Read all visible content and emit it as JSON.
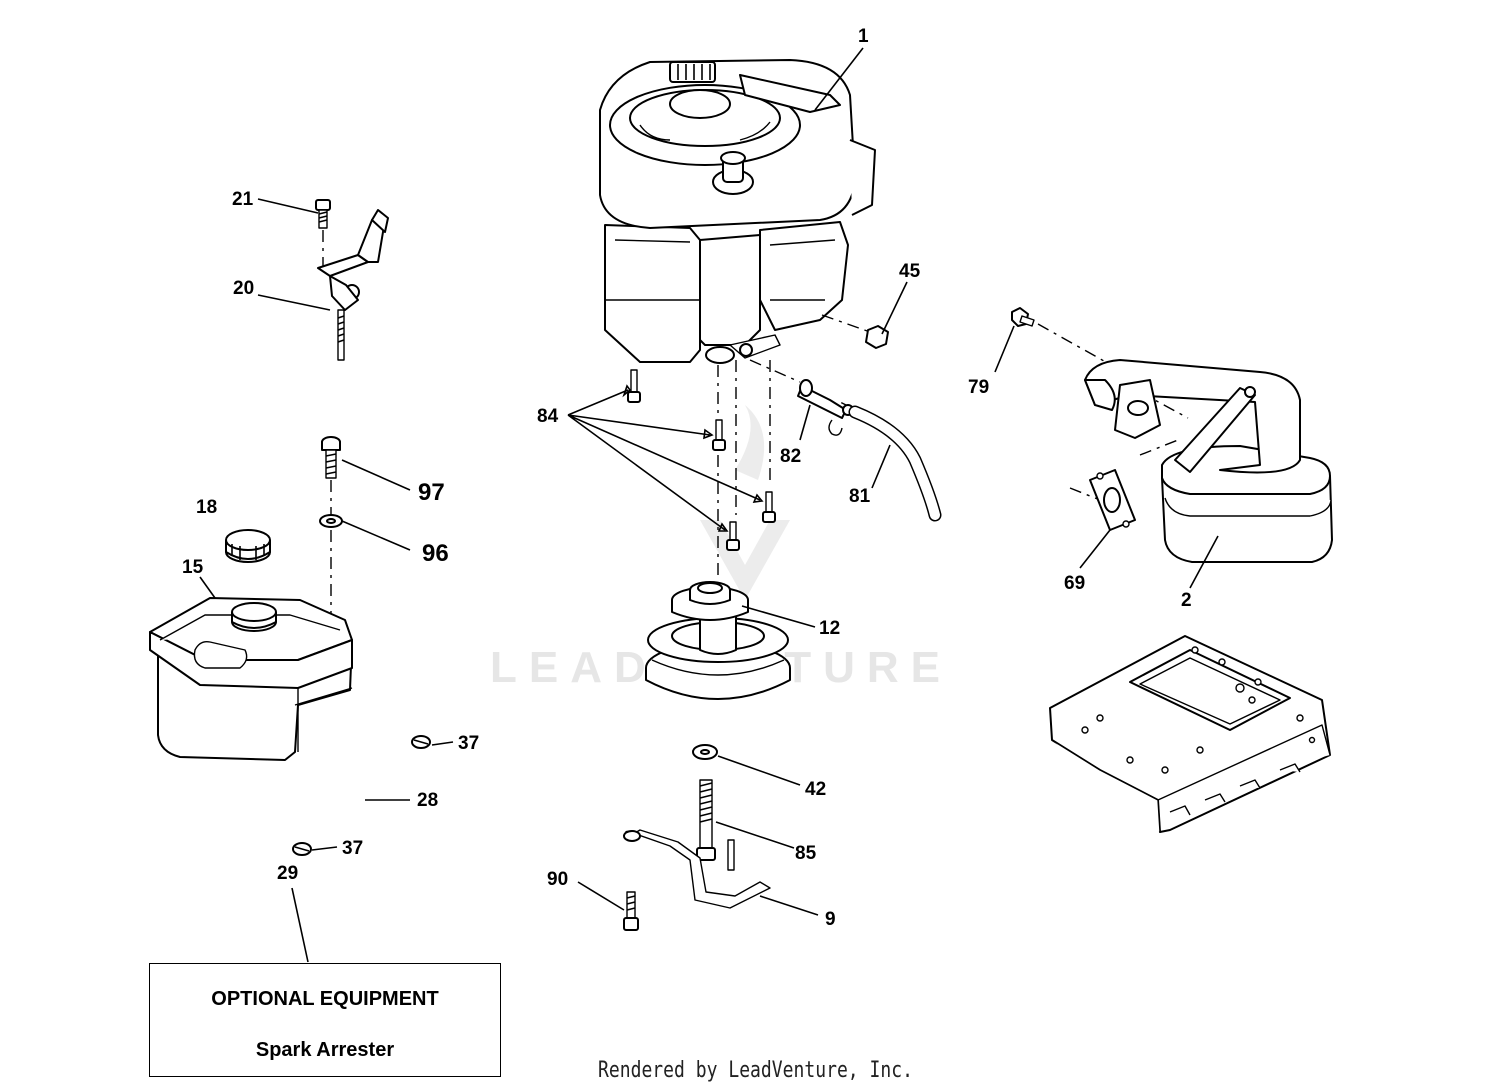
{
  "watermark": "LEADVENTURE",
  "callouts": {
    "c1": "1",
    "c2": "2",
    "c9": "9",
    "c12": "12",
    "c15": "15",
    "c18": "18",
    "c20": "20",
    "c21": "21",
    "c28": "28",
    "c29": "29",
    "c37a": "37",
    "c37b": "37",
    "c42": "42",
    "c45": "45",
    "c69": "69",
    "c79": "79",
    "c81": "81",
    "c82": "82",
    "c84": "84",
    "c85": "85",
    "c90": "90",
    "c96": "96",
    "c97": "97"
  },
  "optional_box": {
    "title": "OPTIONAL EQUIPMENT",
    "item": "Spark Arrester"
  },
  "footer": "Rendered by LeadVenture, Inc."
}
